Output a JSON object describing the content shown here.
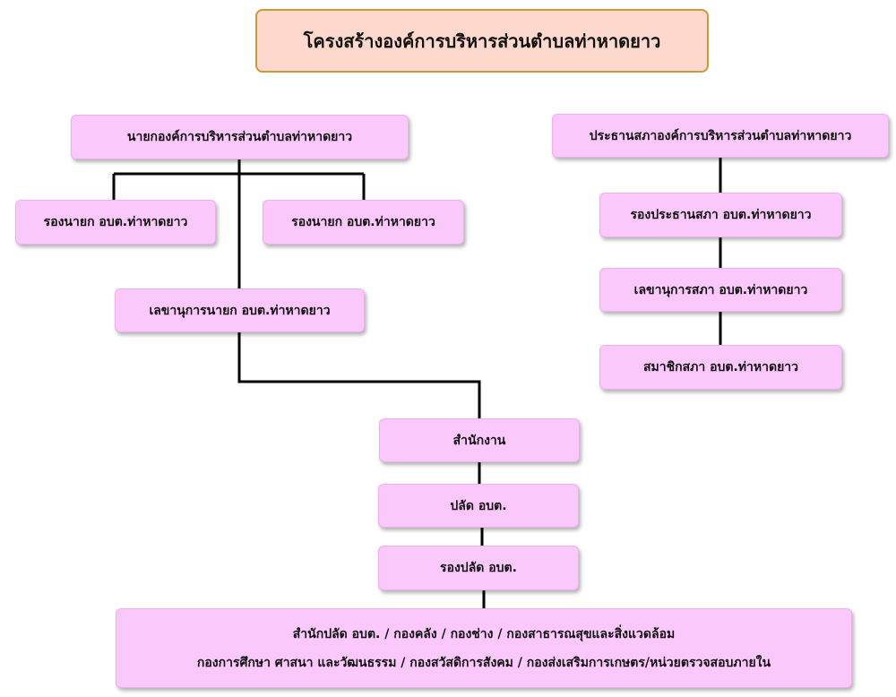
{
  "title": "โครงสร้างองค์การบริหารส่วนตำบลท่าหาดยาว",
  "executive": {
    "mayor": "นายกองค์การบริหารส่วนตำบลท่าหาดยาว",
    "deputy_mayor_1": "รองนายก อบต.ท่าหาดยาว",
    "deputy_mayor_2": "รองนายก อบต.ท่าหาดยาว",
    "secretary": "เลขานุการนายก อบต.ท่าหาดยาว"
  },
  "council": {
    "president": "ประธานสภาองค์การบริหารส่วนตำบลท่าหาดยาว",
    "vice_president": "รองประธานสภา อบต.ท่าหาดยาว",
    "secretary": "เลขานุการสภา อบต.ท่าหาดยาว",
    "members": "สมาชิกสภา อบต.ท่าหาดยาว"
  },
  "administration": {
    "office": "สำนักงาน",
    "chief": "ปลัด อบต.",
    "deputy_chief": "รองปลัด อบต.",
    "divisions_line1": "สำนักปลัด อบต. / กองคลัง / กองช่าง / กองสาธารณสุขและสิ่งแวดล้อม",
    "divisions_line2": "กองการศึกษา ศาสนา และวัฒนธรรม / กองสวัสดิการสังคม / กองส่งเสริมการเกษตร/หน่วยตรวจสอบภายใน"
  },
  "colors": {
    "box_fill": "#fbc8fb",
    "title_fill": "#fdd8cc",
    "title_border": "#c99a3a",
    "connector": "#000000"
  }
}
